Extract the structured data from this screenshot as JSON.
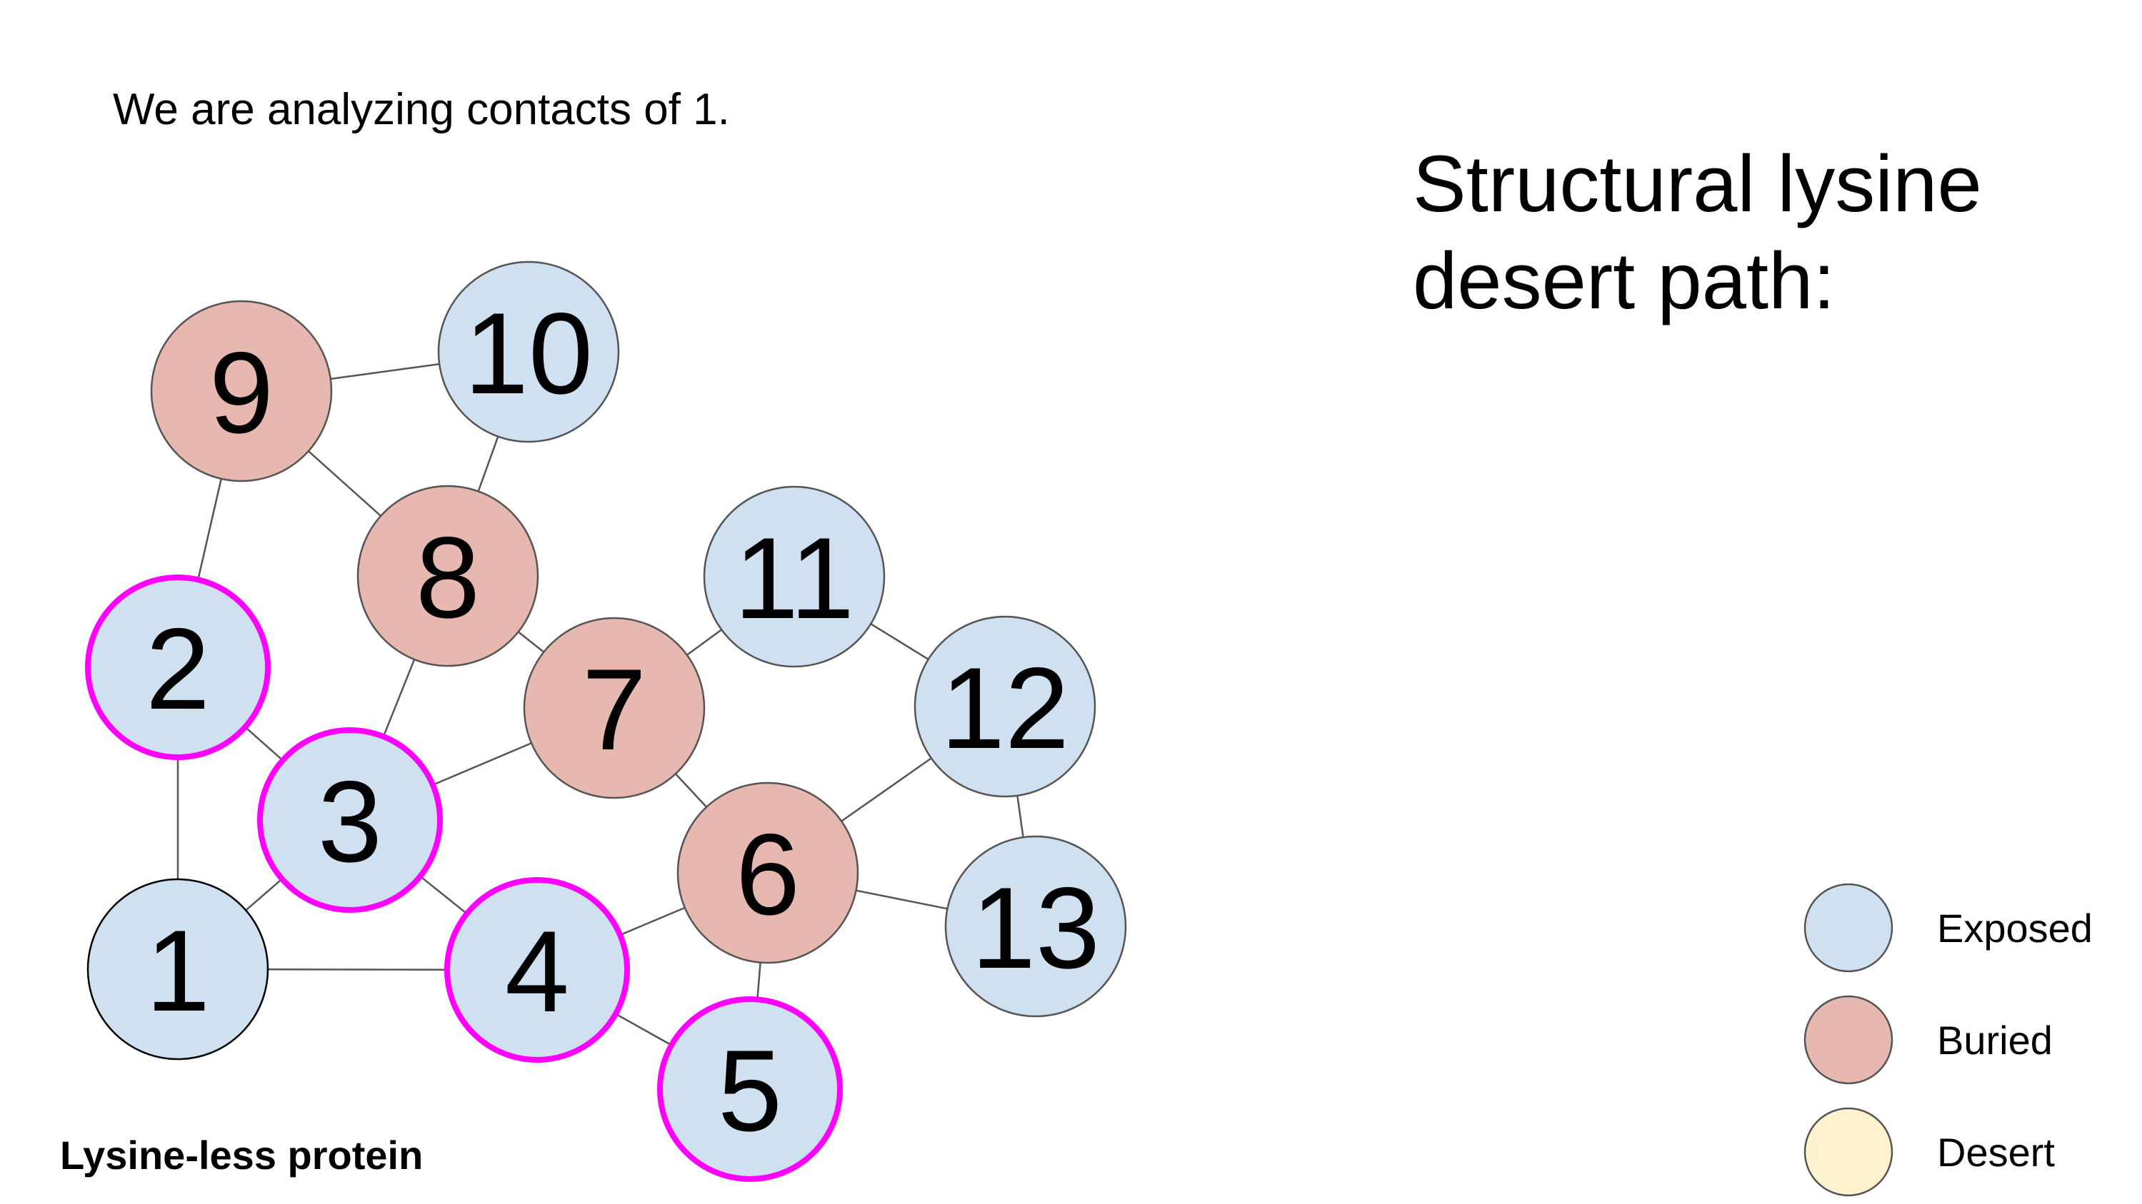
{
  "intro_text": "We are analyzing contacts of 1.",
  "title": "Structural lysine desert path:",
  "footer_label": "Lysine-less protein",
  "colors": {
    "exposed": "#cfe0f1",
    "buried": "#e6b8af",
    "desert": "#fff2cc",
    "highlight": "#ff00ff",
    "edge": "#555555"
  },
  "legend": [
    {
      "key": "exposed",
      "label": "Exposed"
    },
    {
      "key": "buried",
      "label": "Buried"
    },
    {
      "key": "desert",
      "label": "Desert"
    }
  ],
  "nodes": [
    {
      "id": "1",
      "label": "1",
      "type": "exposed",
      "highlight": false
    },
    {
      "id": "2",
      "label": "2",
      "type": "exposed",
      "highlight": true
    },
    {
      "id": "3",
      "label": "3",
      "type": "exposed",
      "highlight": true
    },
    {
      "id": "4",
      "label": "4",
      "type": "exposed",
      "highlight": true
    },
    {
      "id": "5",
      "label": "5",
      "type": "exposed",
      "highlight": true
    },
    {
      "id": "6",
      "label": "6",
      "type": "buried",
      "highlight": false
    },
    {
      "id": "7",
      "label": "7",
      "type": "buried",
      "highlight": false
    },
    {
      "id": "8",
      "label": "8",
      "type": "buried",
      "highlight": false
    },
    {
      "id": "9",
      "label": "9",
      "type": "buried",
      "highlight": false
    },
    {
      "id": "10",
      "label": "10",
      "type": "exposed",
      "highlight": false
    },
    {
      "id": "11",
      "label": "11",
      "type": "exposed",
      "highlight": false
    },
    {
      "id": "12",
      "label": "12",
      "type": "exposed",
      "highlight": false
    },
    {
      "id": "13",
      "label": "13",
      "type": "exposed",
      "highlight": false
    }
  ],
  "edges": [
    [
      "1",
      "2"
    ],
    [
      "1",
      "3"
    ],
    [
      "1",
      "4"
    ],
    [
      "2",
      "3"
    ],
    [
      "2",
      "9"
    ],
    [
      "3",
      "4"
    ],
    [
      "3",
      "7"
    ],
    [
      "3",
      "8"
    ],
    [
      "4",
      "5"
    ],
    [
      "4",
      "6"
    ],
    [
      "5",
      "6"
    ],
    [
      "6",
      "7"
    ],
    [
      "6",
      "12"
    ],
    [
      "6",
      "13"
    ],
    [
      "7",
      "8"
    ],
    [
      "7",
      "11"
    ],
    [
      "8",
      "9"
    ],
    [
      "8",
      "10"
    ],
    [
      "9",
      "10"
    ],
    [
      "11",
      "12"
    ],
    [
      "12",
      "13"
    ]
  ]
}
